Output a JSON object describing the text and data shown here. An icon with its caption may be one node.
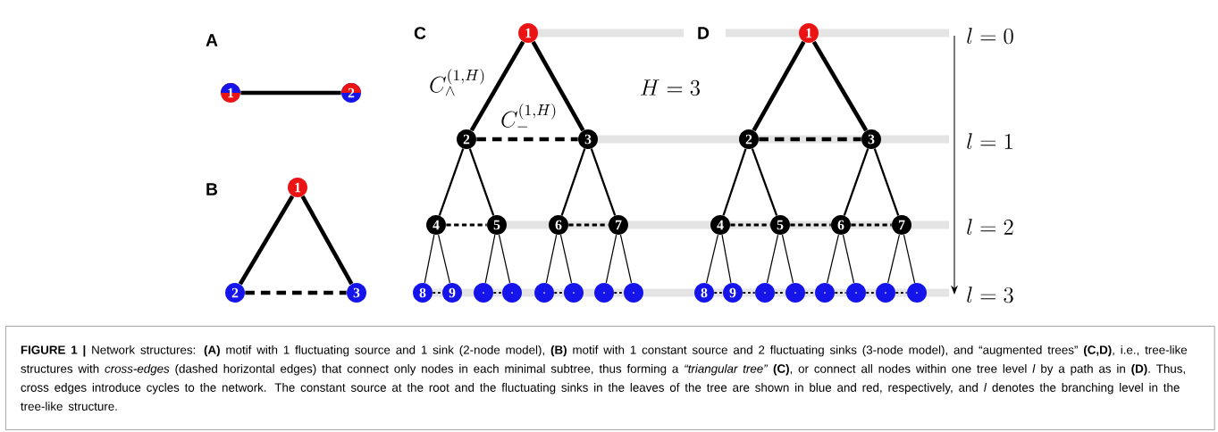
{
  "diagram": {
    "caption": "**FIGURE 1 |** Network structures: **(A)** motif with 1 fluctuating source and 1 sink (2-node model), **(B)** motif with 1 constant source and 2 fluctuating sinks (3-node model), and “augmented trees” **(C,D)**, i.e., tree-like structures with *cross-edges* (dashed horizontal edges) that connect only nodes in each minimal subtree, thus forming a *“triangular tree”* **(C)**, or connect all nodes within one tree level *l* by a path as in **(D)**. Thus, cross edges introduce cycles to the network. The constant source at the root and the fluctuating sinks in the leaves of the tree are shown in blue and red, respectively, and *l* denotes the branching level in the tree-like structure.",
    "nodes": [
      {
        "text": [
          "1"
        ]
      },
      {
        "text": [
          "2"
        ]
      },
      {
        "text": [
          "1"
        ]
      },
      {
        "text": [
          "2"
        ]
      },
      {
        "text": [
          "3"
        ]
      },
      {
        "text": [
          "1"
        ]
      },
      {
        "text": [
          "2"
        ]
      },
      {
        "text": [
          "3"
        ]
      },
      {
        "text": [
          "4"
        ]
      },
      {
        "text": [
          "5"
        ]
      },
      {
        "text": [
          "6"
        ]
      },
      {
        "text": [
          "7"
        ]
      },
      {
        "text": [
          "8"
        ]
      },
      {
        "text": [
          "9"
        ]
      },
      {
        "text": [],
        "shape": "circle"
      },
      {
        "text": [],
        "shape": "circle"
      },
      {
        "text": [],
        "shape": "circle"
      },
      {
        "text": [],
        "shape": "circle"
      },
      {
        "text": [],
        "shape": "circle"
      },
      {
        "text": [],
        "shape": "circle"
      },
      {
        "text": [
          "1"
        ]
      },
      {
        "text": [
          "2"
        ]
      },
      {
        "text": [
          "3"
        ]
      },
      {
        "text": [
          "4"
        ]
      },
      {
        "text": [
          "5"
        ]
      },
      {
        "text": [
          "6"
        ]
      },
      {
        "text": [
          "7"
        ]
      },
      {
        "text": [
          "8"
        ]
      },
      {
        "text": [
          "9"
        ]
      },
      {
        "text": [],
        "shape": "circle"
      },
      {
        "text": [],
        "shape": "circle"
      },
      {
        "text": [],
        "shape": "circle"
      },
      {
        "text": [],
        "shape": "circle"
      },
      {
        "text": [],
        "shape": "circle"
      },
      {
        "text": [],
        "shape": "circle"
      }
    ],
    "edges": [
      {
        "from": 0,
        "to": 1,
        "arrow": "none",
        "style": "thick"
      },
      {
        "from": 2,
        "to": 3,
        "arrow": "none",
        "style": "thick"
      },
      {
        "from": 2,
        "to": 4,
        "arrow": "none",
        "style": "thick"
      },
      {
        "from": 3,
        "to": 4,
        "arrow": "none",
        "style": "dashed"
      },
      {
        "from": 5,
        "to": 6,
        "arrow": "none",
        "style": "thick"
      },
      {
        "from": 5,
        "to": 7,
        "arrow": "none",
        "style": "thick"
      },
      {
        "from": 6,
        "to": 7,
        "arrow": "none",
        "style": "dashed"
      },
      {
        "from": 6,
        "to": 8,
        "arrow": "none"
      },
      {
        "from": 6,
        "to": 9,
        "arrow": "none"
      },
      {
        "from": 7,
        "to": 10,
        "arrow": "none"
      },
      {
        "from": 7,
        "to": 11,
        "arrow": "none"
      },
      {
        "from": 8,
        "to": 9,
        "arrow": "none",
        "style": "dashed"
      },
      {
        "from": 10,
        "to": 11,
        "arrow": "none",
        "style": "dashed"
      },
      {
        "from": 8,
        "to": 12,
        "arrow": "none"
      },
      {
        "from": 8,
        "to": 13,
        "arrow": "none"
      },
      {
        "from": 9,
        "to": 14,
        "arrow": "none"
      },
      {
        "from": 9,
        "to": 15,
        "arrow": "none"
      },
      {
        "from": 10,
        "to": 16,
        "arrow": "none"
      },
      {
        "from": 10,
        "to": 17,
        "arrow": "none"
      },
      {
        "from": 11,
        "to": 18,
        "arrow": "none"
      },
      {
        "from": 11,
        "to": 19,
        "arrow": "none"
      },
      {
        "from": 12,
        "to": 13,
        "arrow": "none",
        "style": "dashed"
      },
      {
        "from": 14,
        "to": 15,
        "arrow": "none",
        "style": "dashed"
      },
      {
        "from": 16,
        "to": 17,
        "arrow": "none",
        "style": "dashed"
      },
      {
        "from": 18,
        "to": 19,
        "arrow": "none",
        "style": "dashed"
      },
      {
        "from": 20,
        "to": 21,
        "arrow": "none",
        "style": "thick"
      },
      {
        "from": 20,
        "to": 22,
        "arrow": "none",
        "style": "thick"
      },
      {
        "from": 21,
        "to": 22,
        "arrow": "none",
        "style": "dashed"
      },
      {
        "from": 21,
        "to": 23,
        "arrow": "none"
      },
      {
        "from": 21,
        "to": 24,
        "arrow": "none"
      },
      {
        "from": 22,
        "to": 25,
        "arrow": "none"
      },
      {
        "from": 22,
        "to": 26,
        "arrow": "none"
      },
      {
        "from": 23,
        "to": 24,
        "arrow": "none",
        "style": "dashed"
      },
      {
        "from": 24,
        "to": 25,
        "arrow": "none",
        "style": "dashed"
      },
      {
        "from": 25,
        "to": 26,
        "arrow": "none",
        "style": "dashed"
      },
      {
        "from": 23,
        "to": 27,
        "arrow": "none"
      },
      {
        "from": 23,
        "to": 28,
        "arrow": "none"
      },
      {
        "from": 24,
        "to": 29,
        "arrow": "none"
      },
      {
        "from": 24,
        "to": 30,
        "arrow": "none"
      },
      {
        "from": 25,
        "to": 31,
        "arrow": "none"
      },
      {
        "from": 25,
        "to": 32,
        "arrow": "none"
      },
      {
        "from": 26,
        "to": 33,
        "arrow": "none"
      },
      {
        "from": 26,
        "to": 34,
        "arrow": "none"
      },
      {
        "from": 27,
        "to": 28,
        "arrow": "none",
        "style": "dashed"
      },
      {
        "from": 28,
        "to": 29,
        "arrow": "none",
        "style": "dashed"
      },
      {
        "from": 29,
        "to": 30,
        "arrow": "none",
        "style": "dashed"
      },
      {
        "from": 30,
        "to": 31,
        "arrow": "none",
        "style": "dashed"
      },
      {
        "from": 31,
        "to": 32,
        "arrow": "none",
        "style": "dashed"
      },
      {
        "from": 32,
        "to": 33,
        "arrow": "none",
        "style": "dashed"
      },
      {
        "from": 33,
        "to": 34,
        "arrow": "none",
        "style": "dashed"
      }
    ],
    "labels": [
      "A",
      "B",
      "C",
      "D",
      "C_{\\wedge}^{(1,H)}",
      "C_{-}^{(1,H)}",
      "H = 3",
      "l = 0",
      "l = 1",
      "l = 2",
      "l = 3"
    ]
  }
}
